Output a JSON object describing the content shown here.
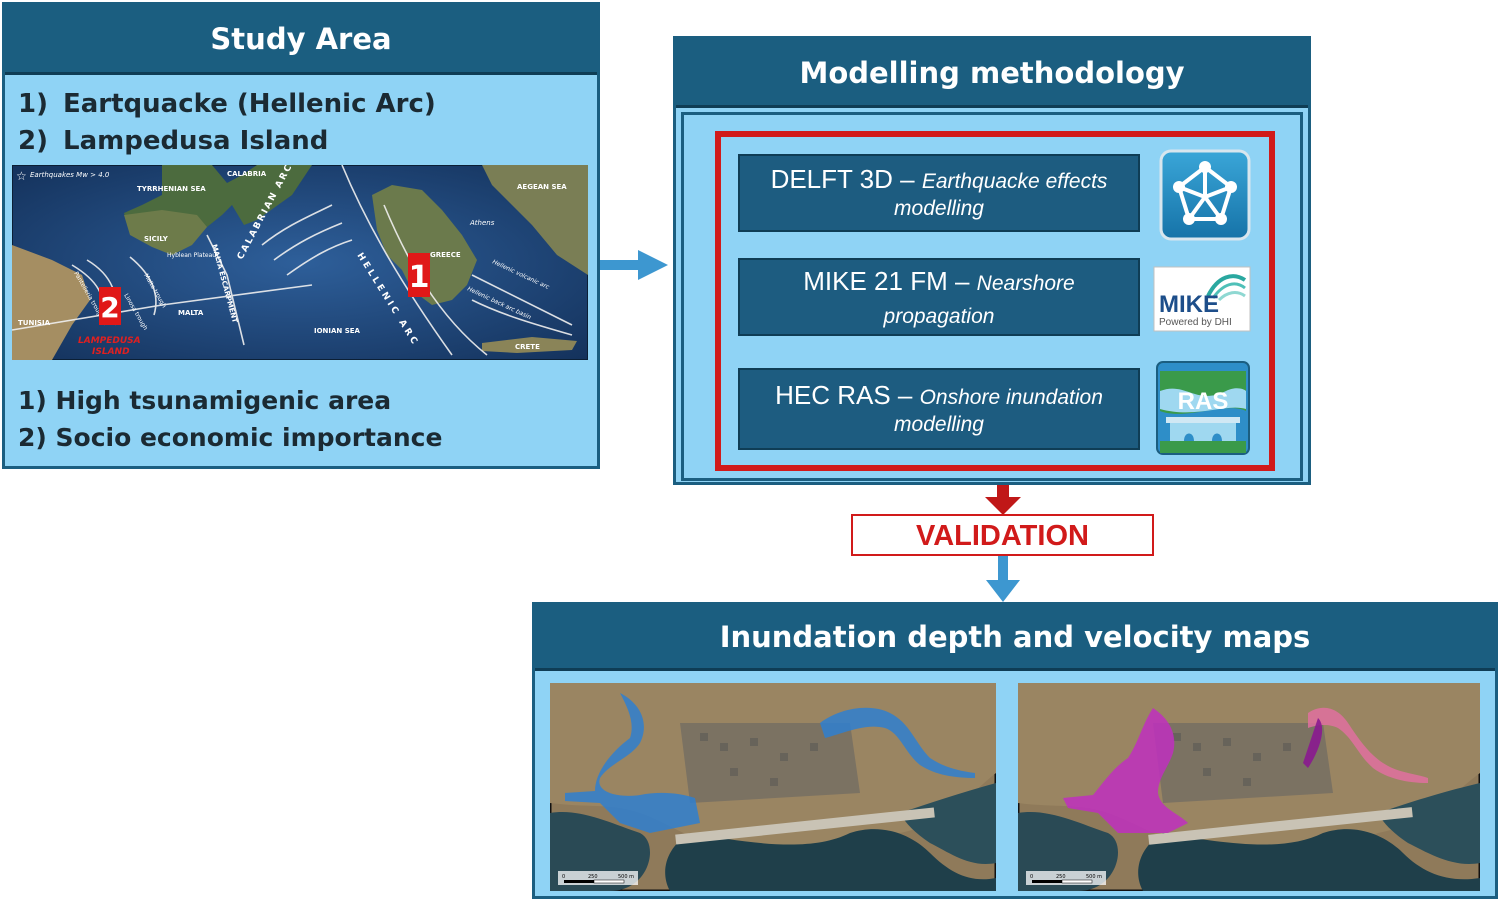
{
  "study_area": {
    "title": "Study Area",
    "line1_num": "1)",
    "line1_text": "Eartquacke (Hellenic Arc)",
    "line2_num": "2)",
    "line2_text": "Lampedusa Island",
    "bottom1": "1) High tsunamigenic area",
    "bottom2": "2) Socio economic importance",
    "map": {
      "legend": "Earthquakes Mw > 4.0",
      "labels": {
        "tyrrhenian": "TYRRHENIAN SEA",
        "calabria": "CALABRIA",
        "calabrian_arc": "CALABRIAN ARC",
        "sicily": "SICILY",
        "hyblean": "Hyblean Plateau",
        "malta_escarpment": "MALTA ESCARPMENT",
        "malta": "MALTA",
        "pantelleria": "Pantelleria trough",
        "malta_trough": "Malta trough",
        "linosa": "Linosa trough",
        "tunisia": "TUNISIA",
        "lampedusa": "LAMPEDUSA",
        "island": "ISLAND",
        "ionian": "IONIAN SEA",
        "hellenic_arc": "HELLENIC ARC",
        "greece": "GREECE",
        "athens": "Athens",
        "aegean": "AEGEAN SEA",
        "hellenic_volcanic": "Hellenic volcanic arc",
        "hellenic_back": "Hellenic back arc basin",
        "crete": "CRETE"
      },
      "marker1": "1",
      "marker2": "2"
    }
  },
  "methodology": {
    "title": "Modelling methodology",
    "steps": [
      {
        "main": "DELFT 3D",
        "dash": " – ",
        "sub1": "Earthquacke effects",
        "sub2": "modelling"
      },
      {
        "main": "MIKE 21 FM",
        "dash": " – ",
        "sub1": "Nearshore",
        "sub2": "propagation"
      },
      {
        "main": "HEC RAS",
        "dash": " – ",
        "sub1": "Onshore inundation",
        "sub2": "modelling"
      }
    ],
    "logos": {
      "mike": "MIKE",
      "mike_sub": "Powered by DHI",
      "ras": "RAS"
    }
  },
  "validation": {
    "label": "VALIDATION"
  },
  "results": {
    "title": "Inundation depth and velocity maps",
    "scale_left": [
      "0",
      "250",
      "500 m"
    ],
    "scale_right": [
      "0",
      "250",
      "500 m"
    ]
  },
  "colors": {
    "panel_dark": "#1b5e80",
    "panel_light": "#8fd3f5",
    "red": "#d11a1a",
    "depth": "#2f7fd0",
    "velocity": "#c02fc0"
  }
}
